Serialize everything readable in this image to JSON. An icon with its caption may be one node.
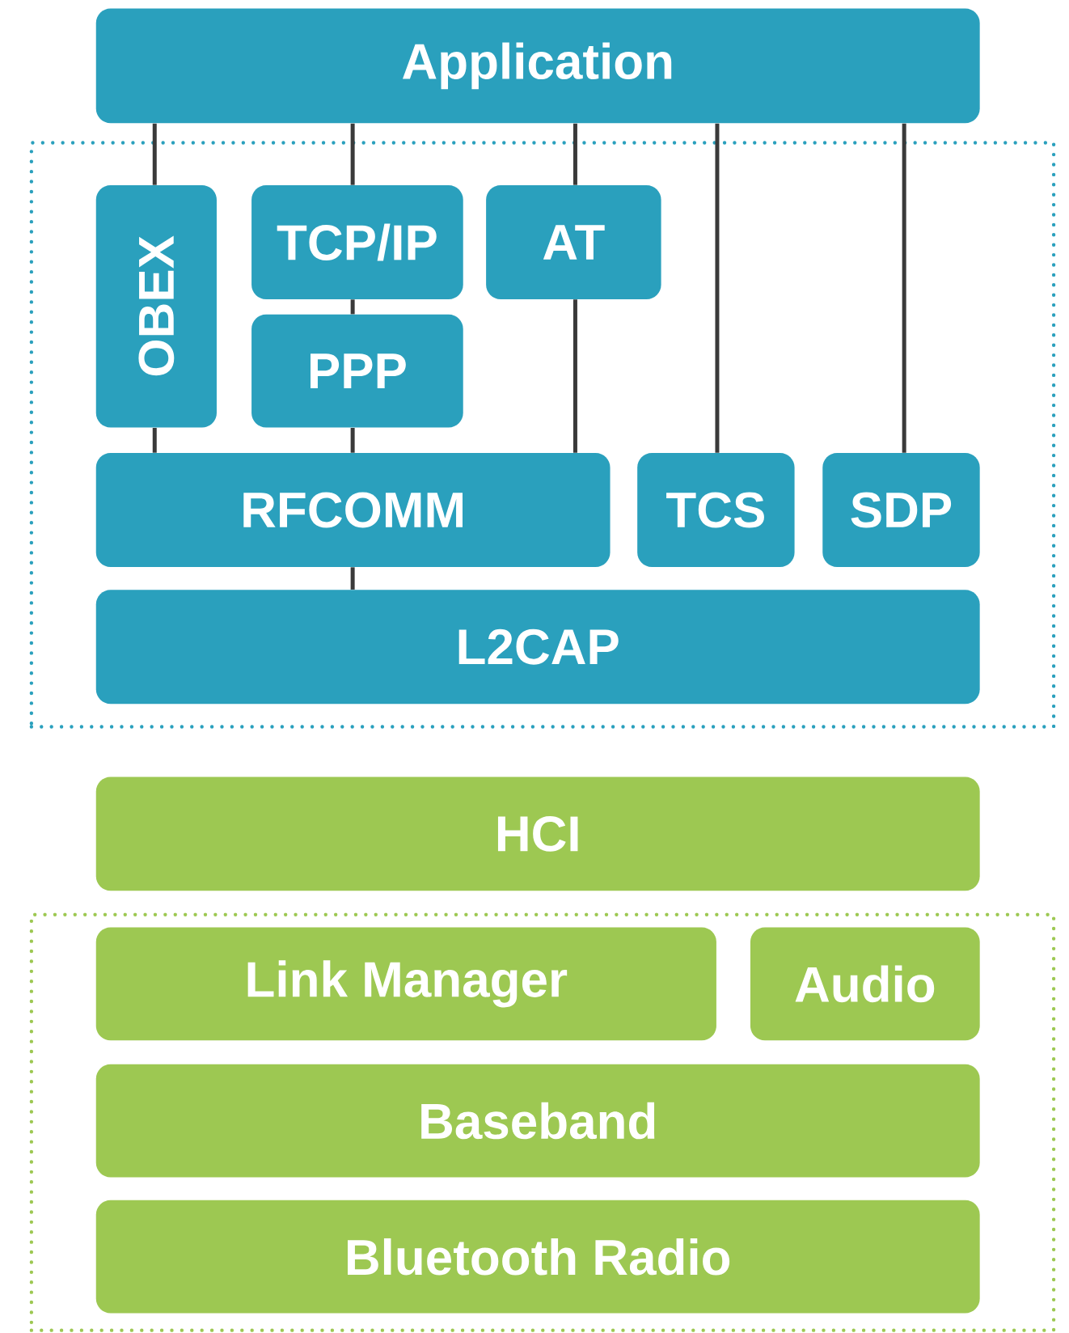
{
  "diagram": {
    "nodes": [
      {
        "text": [
          "Application"
        ]
      },
      {
        "text": [],
        "shape": "box"
      },
      {
        "text": [
          "OBEX"
        ],
        "in": 1
      },
      {
        "text": [
          "TCP/IP"
        ],
        "in": 1
      },
      {
        "text": [
          "AT"
        ],
        "in": 1
      },
      {
        "text": [
          "PPP"
        ],
        "in": 1
      },
      {
        "text": [
          "RFCOMM"
        ],
        "in": 1
      },
      {
        "text": [
          "TCS"
        ],
        "in": 1
      },
      {
        "text": [
          "SDP"
        ],
        "in": 1
      },
      {
        "text": [
          "L2CAP"
        ],
        "in": 1
      },
      {
        "text": [
          "HCI"
        ]
      },
      {
        "text": [],
        "shape": "box"
      },
      {
        "text": [
          "Link Manager"
        ],
        "in": 11
      },
      {
        "text": [
          "Audio"
        ],
        "in": 11
      },
      {
        "text": [
          "Baseband"
        ],
        "in": 11
      },
      {
        "text": [
          "Bluetooth Radio"
        ],
        "in": 11
      }
    ],
    "edges": [
      {
        "from": 0,
        "to": 2,
        "arrow": "none"
      },
      {
        "from": 2,
        "to": 6,
        "arrow": "none"
      },
      {
        "from": 0,
        "to": 3,
        "arrow": "none"
      },
      {
        "from": 3,
        "to": 5,
        "arrow": "none"
      },
      {
        "from": 5,
        "to": 6,
        "arrow": "none"
      },
      {
        "from": 0,
        "to": 4,
        "arrow": "none"
      },
      {
        "from": 4,
        "to": 6,
        "arrow": "none"
      },
      {
        "from": 0,
        "to": 7,
        "arrow": "none"
      },
      {
        "from": 0,
        "to": 8,
        "arrow": "none"
      },
      {
        "from": 6,
        "to": 9,
        "arrow": "none"
      }
    ]
  }
}
